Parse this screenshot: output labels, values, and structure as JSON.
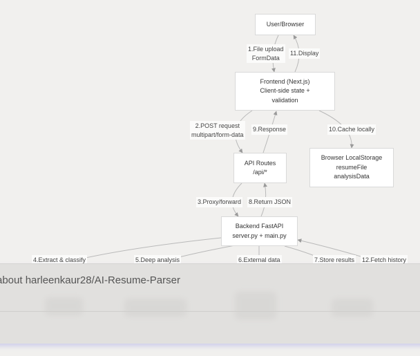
{
  "nodes": {
    "user_browser": [
      "User/Browser"
    ],
    "frontend": [
      "Frontend (Next.js)",
      "Client-side state +",
      "validation"
    ],
    "api_routes": [
      "API Routes",
      "/api/*"
    ],
    "local_storage": [
      "Browser LocalStorage",
      "resumeFile",
      "analysisData"
    ],
    "backend": [
      "Backend FastAPI",
      "server.py + main.py"
    ]
  },
  "edges": {
    "e1": [
      "1.File upload",
      "FormData"
    ],
    "e11": [
      "11.Display"
    ],
    "e2": [
      "2.POST request",
      "multipart/form-data"
    ],
    "e9": [
      "9.Response"
    ],
    "e10": [
      "10.Cache locally"
    ],
    "e3": [
      "3.Proxy/forward"
    ],
    "e8": [
      "8.Return JSON"
    ],
    "e4": [
      "4.Extract & classify"
    ],
    "e5": [
      "5.Deep analysis"
    ],
    "e6": [
      "6.External data"
    ],
    "e7": [
      "7.Store results"
    ],
    "e12": [
      "12.Fetch history"
    ]
  },
  "overlay": {
    "title": "about harleenkaur28/AI-Resume-Parser"
  },
  "colors": {
    "background": "#f1f0ee",
    "node_fill": "#ffffff",
    "node_border": "#d9d9d9",
    "edge": "#b9b9b9",
    "overlay": "#e0dfdd"
  }
}
